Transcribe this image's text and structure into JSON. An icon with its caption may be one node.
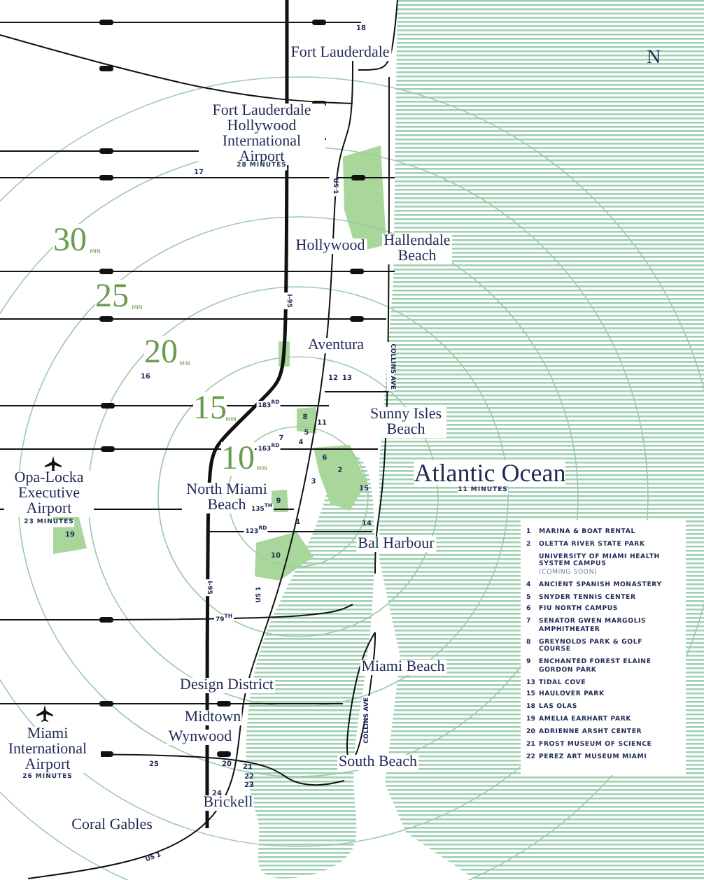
{
  "diagram": {
    "labels": [
      "N",
      "18",
      "Fort Lauderdale",
      "Fort Lauderdale Hollywood International Airport",
      "28 MINUTES",
      "17",
      "US 1",
      "30",
      "MIN",
      "Hollywood",
      "Hallendale Beach",
      "I-95",
      "25",
      "MIN",
      "Aventura",
      "COLLINS AVE",
      "20",
      "MIN",
      "16",
      "12",
      "13",
      "183$^{RD}$",
      "15",
      "MIN",
      "8",
      "11",
      "Sunny Isles Beach",
      "5",
      "7",
      "4",
      "163$^{RD}$",
      "6",
      "10",
      "MIN",
      "Atlantic Ocean",
      "2",
      "11 MINUTES",
      "Opa-Locka Executive Airport",
      "23 MINUTES",
      "3",
      "North Miami Beach",
      "15",
      "9",
      "135$^{TH}$",
      "1",
      "14",
      "123$^{RD}$",
      "19",
      "Bal Harbour",
      "10",
      "US 1",
      "I-95",
      "79$^{TH}$",
      "Miami Beach",
      "COLLINS AVE",
      "Design District",
      "Midtown",
      "Miami International Airport",
      "Wynwood",
      "South Beach",
      "25",
      "20",
      "21",
      "26 MINUTES",
      "22",
      "23",
      "24",
      "Brickell",
      "Coral Gables",
      "US 1",
      "1",
      "MARINA & BOAT RENTAL",
      "2",
      "OLETTA RIVER STATE PARK",
      "UNIVERSITY OF MIAMI HEALTH SYSTEM CAMPUS",
      "(COMING SOON)",
      "4",
      "ANCIENT SPANISH MONASTERY",
      "5",
      "SNYDER TENNIS CENTER",
      "6",
      "FIU NORTH CAMPUS",
      "7",
      "SENATOR GWEN MARGOLIS AMPHITHEATER",
      "8",
      "GREYNOLDS PARK & GOLF COURSE",
      "9",
      "ENCHANTED FOREST ELAINE GORDON PARK",
      "13",
      "TIDAL COVE",
      "15",
      "HAULOVER PARK",
      "18",
      "LAS OLAS",
      "19",
      "AMELIA EARHART PARK",
      "20",
      "ADRIENNE ARSHT CENTER",
      "21",
      "FROST MUSEUM OF SCIENCE",
      "22",
      "PEREZ ART MUSEUM MIAMI"
    ]
  }
}
